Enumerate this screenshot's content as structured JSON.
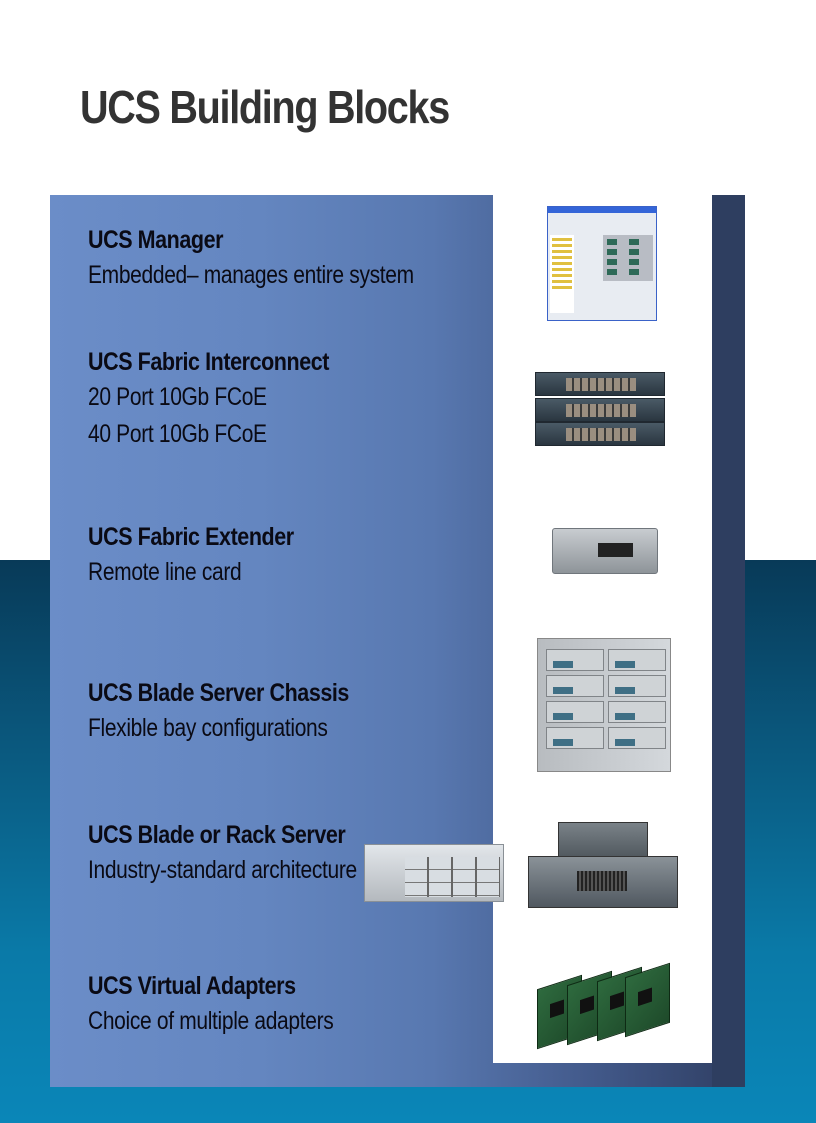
{
  "slide": {
    "title": "UCS Building Blocks",
    "colors": {
      "title_text": "#333333",
      "panel_gradient_start": "#6b8dc8",
      "panel_gradient_end": "#2f3e62",
      "dark_strip": "#2e3e60",
      "bottom_background": "#0a86b8",
      "body_text": "#0a0a14"
    }
  },
  "blocks": [
    {
      "heading": "UCS Manager",
      "lines": [
        "Embedded– manages entire system"
      ],
      "image": "ucs-manager-screenshot"
    },
    {
      "heading": "UCS Fabric Interconnect",
      "lines": [
        "20 Port 10Gb FCoE",
        "40 Port 10Gb FCoE"
      ],
      "image": "fabric-interconnect-switches"
    },
    {
      "heading": "UCS Fabric Extender",
      "lines": [
        "Remote line card"
      ],
      "image": "fabric-extender-module"
    },
    {
      "heading": "UCS Blade Server Chassis",
      "lines": [
        "Flexible bay configurations"
      ],
      "image": "blade-server-chassis"
    },
    {
      "heading": "UCS Blade or Rack Server",
      "lines": [
        "Industry-standard architecture"
      ],
      "image": "blade-and-rack-servers"
    },
    {
      "heading": "UCS Virtual Adapters",
      "lines": [
        "Choice of multiple adapters"
      ],
      "image": "virtual-adapter-cards"
    }
  ]
}
